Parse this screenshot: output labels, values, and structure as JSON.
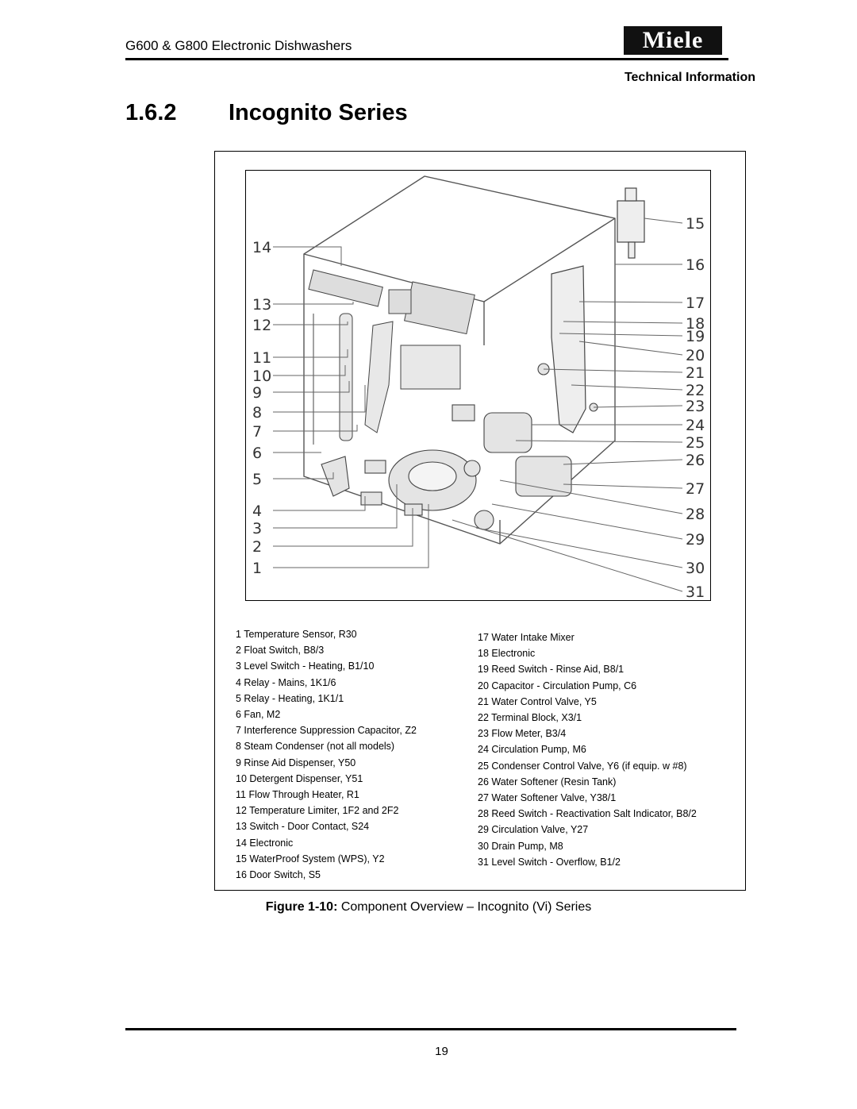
{
  "header": {
    "title": "G600 & G800 Electronic Dishwashers",
    "logo_text": "Miele",
    "section_label": "Technical Information"
  },
  "section": {
    "number": "1.6.2",
    "title": "Incognito Series"
  },
  "diagram": {
    "callouts_left": [
      "14",
      "13",
      "12",
      "11",
      "10",
      "9",
      "8",
      "7",
      "6",
      "5",
      "4",
      "3",
      "2",
      "1"
    ],
    "callouts_right": [
      "15",
      "16",
      "17",
      "18",
      "19",
      "20",
      "21",
      "22",
      "23",
      "24",
      "25",
      "26",
      "27",
      "28",
      "29",
      "30",
      "31"
    ]
  },
  "legend": {
    "left": [
      "1 Temperature Sensor, R30",
      "2 Float Switch, B8/3",
      "3 Level Switch - Heating, B1/10",
      "4 Relay - Mains, 1K1/6",
      "5 Relay - Heating, 1K1/1",
      "6 Fan, M2",
      "7 Interference Suppression Capacitor, Z2",
      "8 Steam Condenser (not all models)",
      "9 Rinse Aid Dispenser, Y50",
      "10 Detergent Dispenser, Y51",
      "11 Flow Through Heater, R1",
      "12 Temperature Limiter, 1F2 and 2F2",
      "13 Switch - Door Contact, S24",
      "14 Electronic",
      "15 WaterProof System (WPS), Y2",
      "16 Door Switch, S5"
    ],
    "right": [
      "17 Water Intake Mixer",
      "18 Electronic",
      "19 Reed Switch - Rinse Aid, B8/1",
      "20 Capacitor - Circulation Pump, C6",
      "21 Water Control Valve, Y5",
      "22 Terminal Block, X3/1",
      "23 Flow Meter, B3/4",
      "24 Circulation Pump, M6",
      "25 Condenser Control Valve, Y6 (if equip. w #8)",
      "26 Water Softener (Resin Tank)",
      "27 Water Softener Valve, Y38/1",
      "28 Reed Switch - Reactivation Salt Indicator, B8/2",
      "29 Circulation Valve, Y27",
      "30 Drain Pump, M8",
      "31 Level Switch - Overflow, B1/2"
    ]
  },
  "caption": {
    "label": "Figure 1-10:",
    "text": " Component Overview – Incognito (Vi) Series"
  },
  "footer": {
    "page_number": "19"
  }
}
